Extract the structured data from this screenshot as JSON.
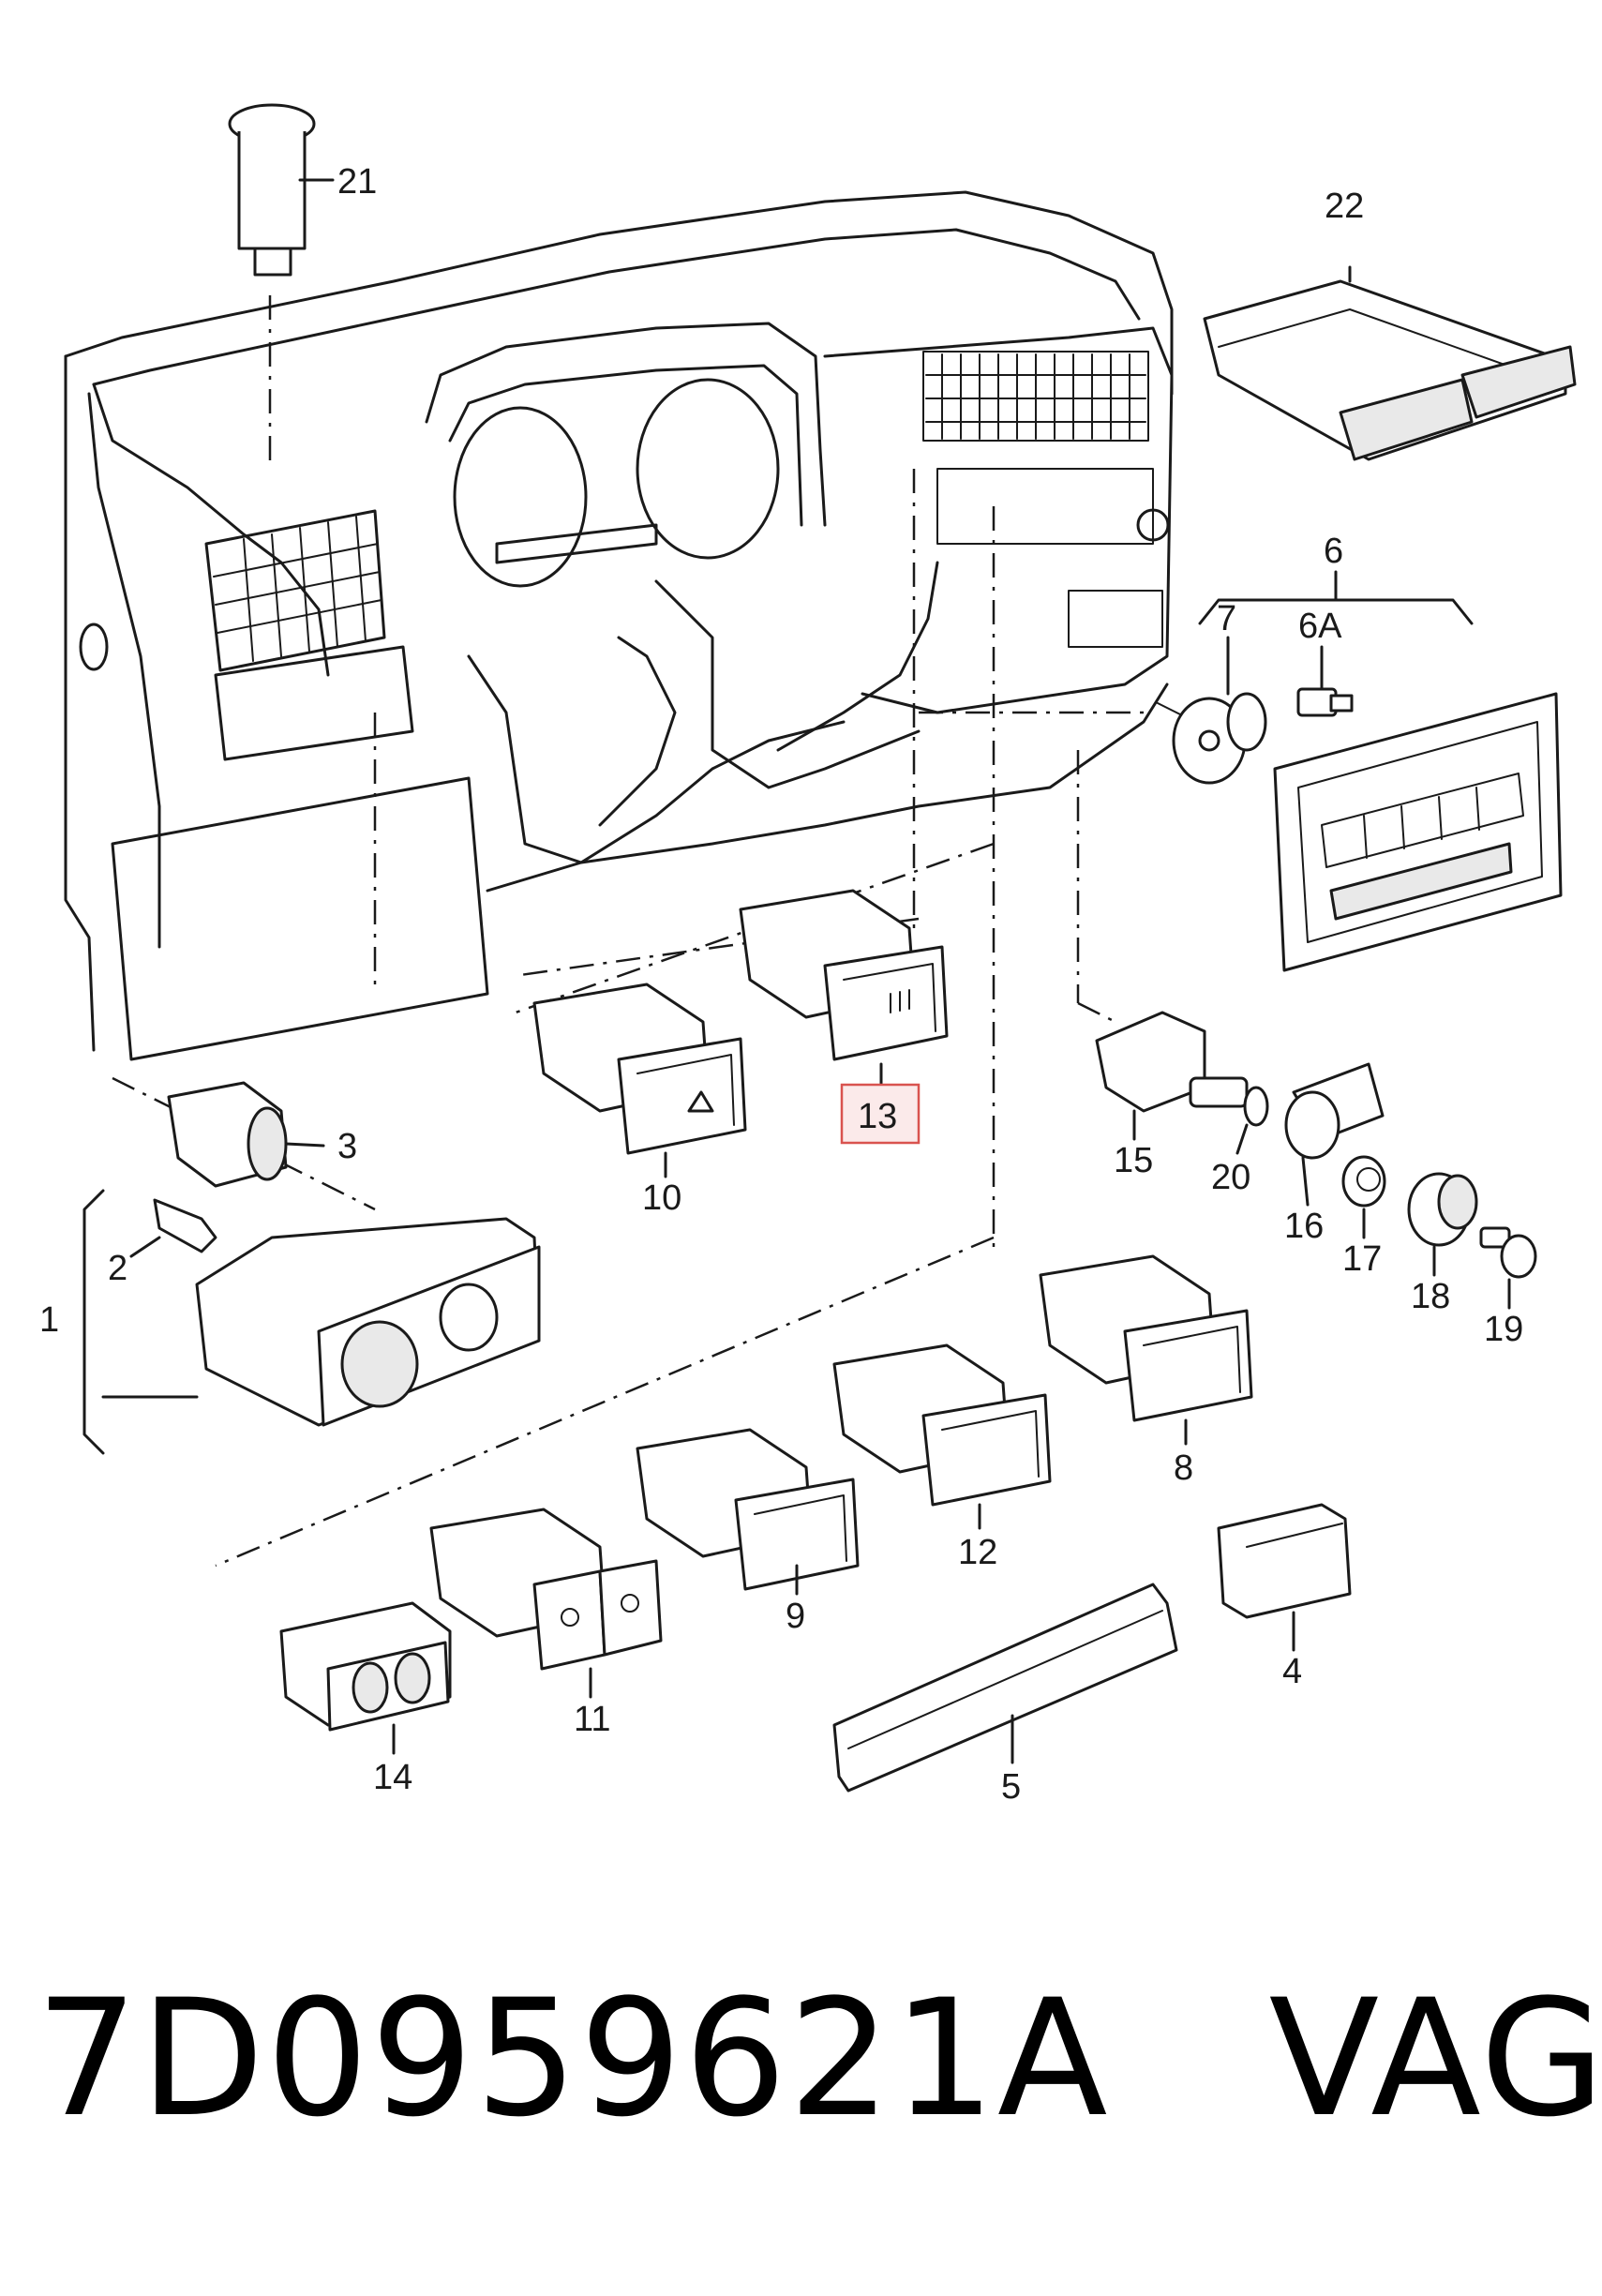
{
  "diagram": {
    "callouts": {
      "c1": "1",
      "c2": "2",
      "c3": "3",
      "c4": "4",
      "c5": "5",
      "c6": "6",
      "c6a": "6A",
      "c7": "7",
      "c8": "8",
      "c9": "9",
      "c10": "10",
      "c11": "11",
      "c12": "12",
      "c13": "13",
      "c14": "14",
      "c15": "15",
      "c16": "16",
      "c17": "17",
      "c18": "18",
      "c19": "19",
      "c20": "20",
      "c21": "21",
      "c22": "22"
    },
    "highlighted_callout": "13",
    "highlight_color": "#d9534f"
  },
  "caption": {
    "part_number": "7D0959621A   VAG"
  }
}
